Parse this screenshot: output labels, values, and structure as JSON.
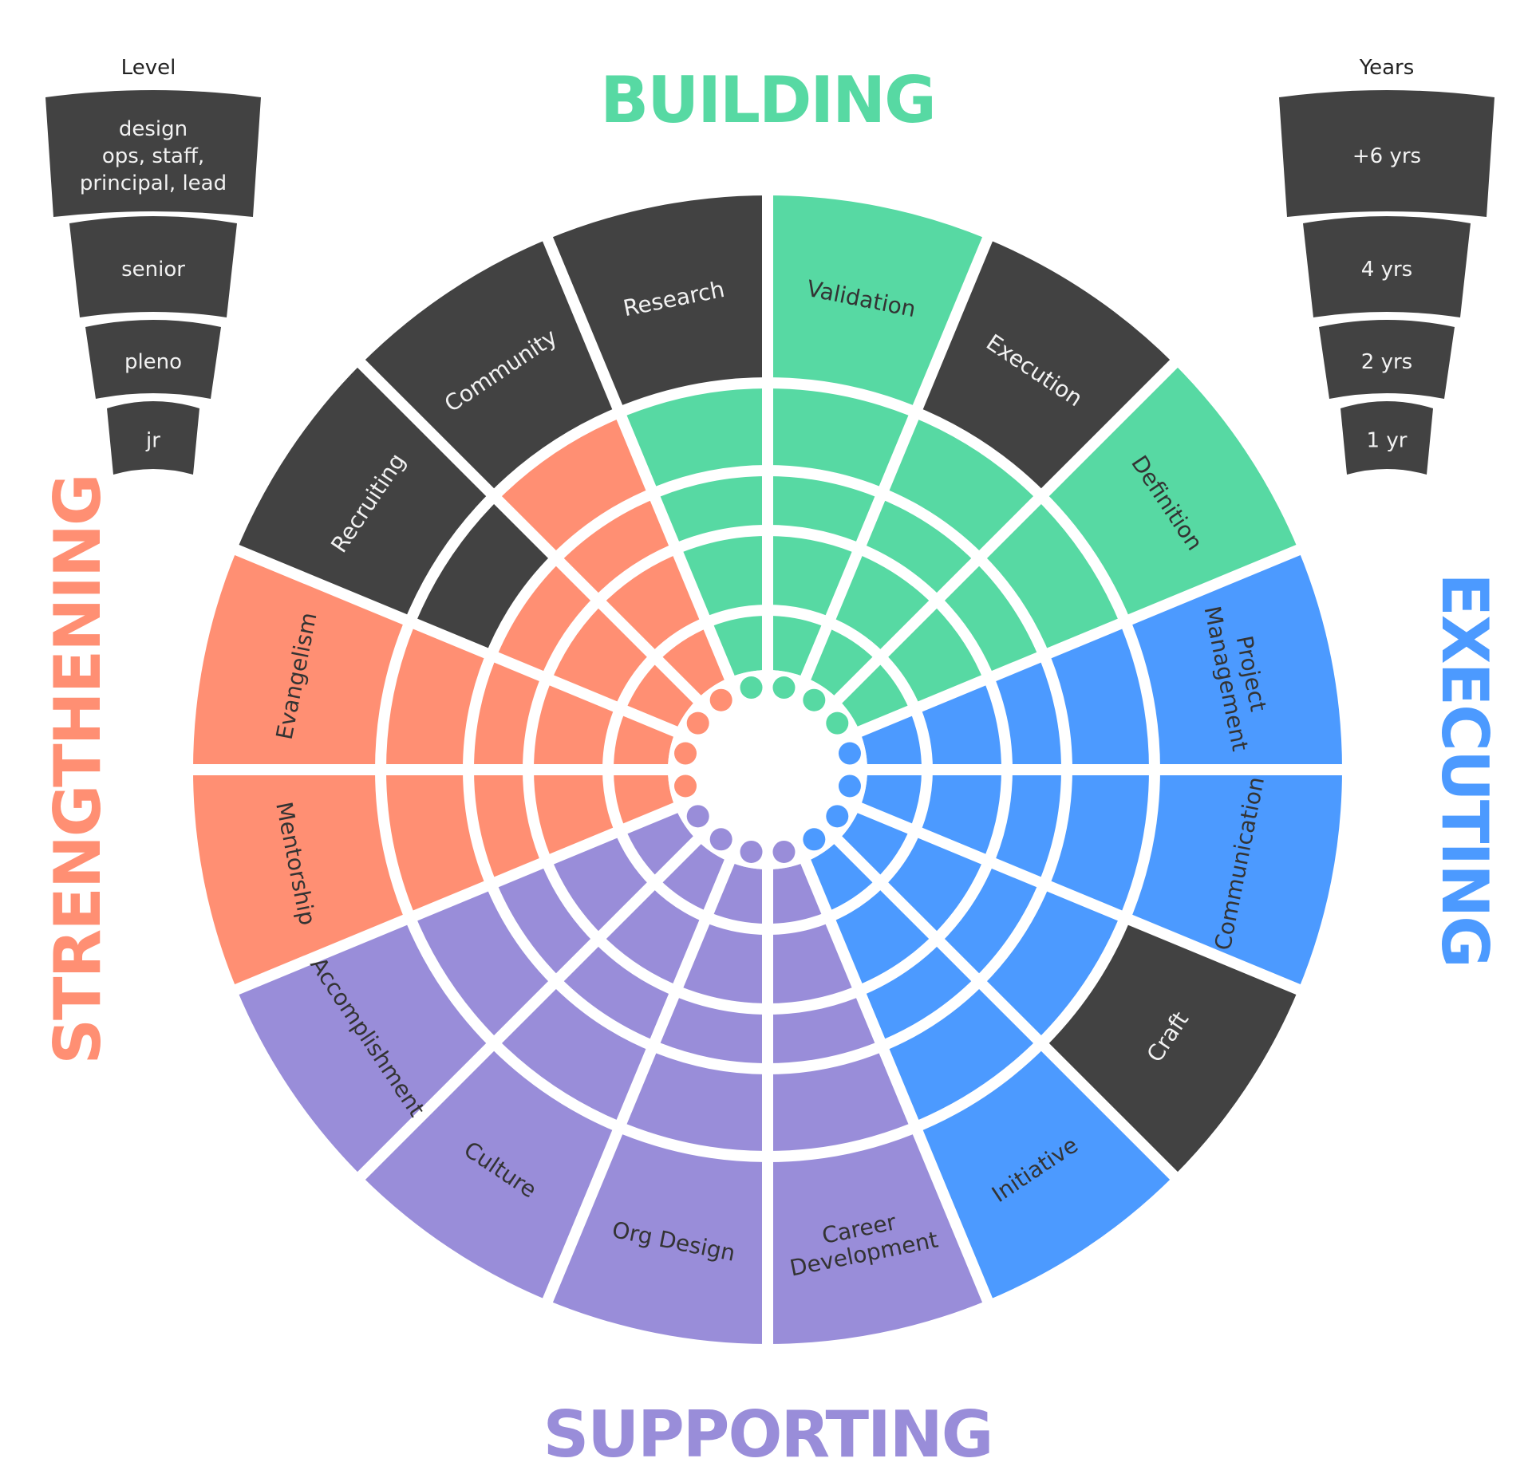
{
  "colors": {
    "building": "#57d9a3",
    "executing": "#4c9aff",
    "supporting": "#998dd9",
    "strengthening": "#ff8f73",
    "dark": "#424242",
    "gap": "#ffffff",
    "dark_text": "#f2f2f2",
    "light_text": "#333333"
  },
  "groups": {
    "building": "BUILDING",
    "executing": "EXECUTING",
    "supporting": "SUPPORTING",
    "strengthening": "STRENGTHENING"
  },
  "level_legend": {
    "title": "Level",
    "items": [
      [
        "design",
        "ops, staff,",
        "principal, lead"
      ],
      [
        "senior"
      ],
      [
        "pleno"
      ],
      [
        "jr"
      ]
    ]
  },
  "years_legend": {
    "title": "Years",
    "items": [
      [
        "+6 yrs"
      ],
      [
        "4 yrs"
      ],
      [
        "2 yrs"
      ],
      [
        "1 yr"
      ]
    ]
  },
  "wheel": {
    "sectors": [
      {
        "group": "building",
        "label": [
          "Validation"
        ],
        "filled_levels": 4
      },
      {
        "group": "building",
        "label": [
          "Execution"
        ],
        "filled_levels": 4
      },
      {
        "group": "building",
        "label": [
          "Definition"
        ],
        "filled_levels": 4
      },
      {
        "group": "executing",
        "label": [
          "Project",
          "Management"
        ],
        "filled_levels": 4
      },
      {
        "group": "executing",
        "label": [
          "Communication"
        ],
        "filled_levels": 4
      },
      {
        "group": "executing",
        "label": [
          "Craft"
        ],
        "filled_levels": 4
      },
      {
        "group": "executing",
        "label": [
          "Initiative"
        ],
        "filled_levels": 4
      },
      {
        "group": "supporting",
        "label": [
          "Career",
          "Development"
        ],
        "filled_levels": 4
      },
      {
        "group": "supporting",
        "label": [
          "Org Design"
        ],
        "filled_levels": 4
      },
      {
        "group": "supporting",
        "label": [
          "Culture"
        ],
        "filled_levels": 4
      },
      {
        "group": "supporting",
        "label": [
          "Accomplishment"
        ],
        "filled_levels": 4
      },
      {
        "group": "strengthening",
        "label": [
          "Mentorship"
        ],
        "filled_levels": 4
      },
      {
        "group": "strengthening",
        "label": [
          "Evangelism"
        ],
        "filled_levels": 4
      },
      {
        "group": "strengthening",
        "label": [
          "Recruiting"
        ],
        "filled_levels": 3
      },
      {
        "group": "strengthening",
        "label": [
          "Community"
        ],
        "filled_levels": 4
      },
      {
        "group": "building",
        "label": [
          "Research"
        ],
        "filled_levels": 4
      }
    ],
    "dark_labels": [
      "Execution",
      "Research",
      "Community",
      "Recruiting",
      "Craft"
    ],
    "levels": 5
  }
}
